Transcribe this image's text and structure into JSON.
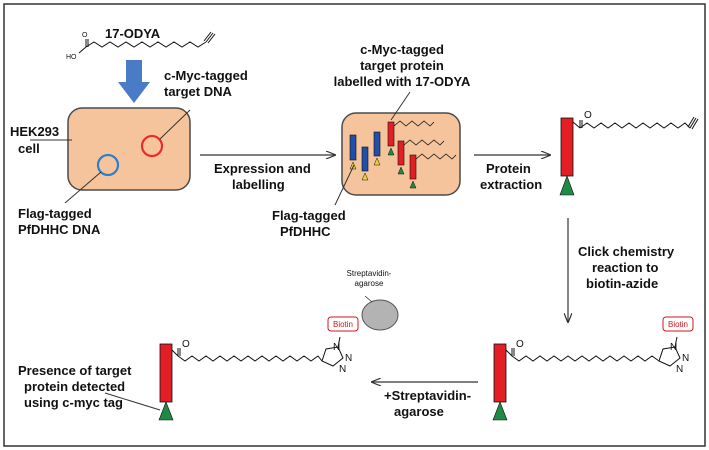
{
  "colors": {
    "cell_fill": "#f6c49c",
    "cell_stroke": "#4a4a4a",
    "ring_red": "#e52d2d",
    "ring_blue": "#2f7fc8",
    "red_tag": "#e31e24",
    "blue_tag": "#1f4fa8",
    "green_tag": "#1e8a45",
    "yellow_tag": "#e8d23a",
    "big_arrow": "#4a7bc6",
    "bead": "#b3b3b3",
    "border": "#333333"
  },
  "labels": {
    "odya": "17-ODYA",
    "cmyc_dna_1": "c-Myc-tagged",
    "cmyc_dna_2": "target DNA",
    "hek_1": "HEK293",
    "hek_2": "cell",
    "flag_dna_1": "Flag-tagged",
    "flag_dna_2": "PfDHHC DNA",
    "expr_1": "Expression and",
    "expr_2": "labelling",
    "cmyc_prot_1": "c-Myc-tagged",
    "cmyc_prot_2": "target protein",
    "cmyc_prot_3": "labelled with 17-ODYA",
    "flag_pf_1": "Flag-tagged",
    "flag_pf_2": "PfDHHC",
    "prot_ext_1": "Protein",
    "prot_ext_2": "extraction",
    "click_1": "Click chemistry",
    "click_2": "reaction to",
    "click_3": "biotin-azide",
    "strep_small_1": "Streptavidin-",
    "strep_small_2": "agarose",
    "biotin_left": "Biotin",
    "biotin_right": "Biotin",
    "plus_strep_1": "+Streptavidin-",
    "plus_strep_2": "agarose",
    "presence_1": "Presence of target",
    "presence_2": "protein detected",
    "presence_3": "using c-myc tag",
    "atom_ho": "HO",
    "atom_o1": "O",
    "atom_o2": "O",
    "atom_o3": "O",
    "atom_o4": "O",
    "atom_n1": "N",
    "atom_n2": "N",
    "atom_n3": "N",
    "atom_n4": "N",
    "atom_n5": "N",
    "atom_n6": "N"
  }
}
